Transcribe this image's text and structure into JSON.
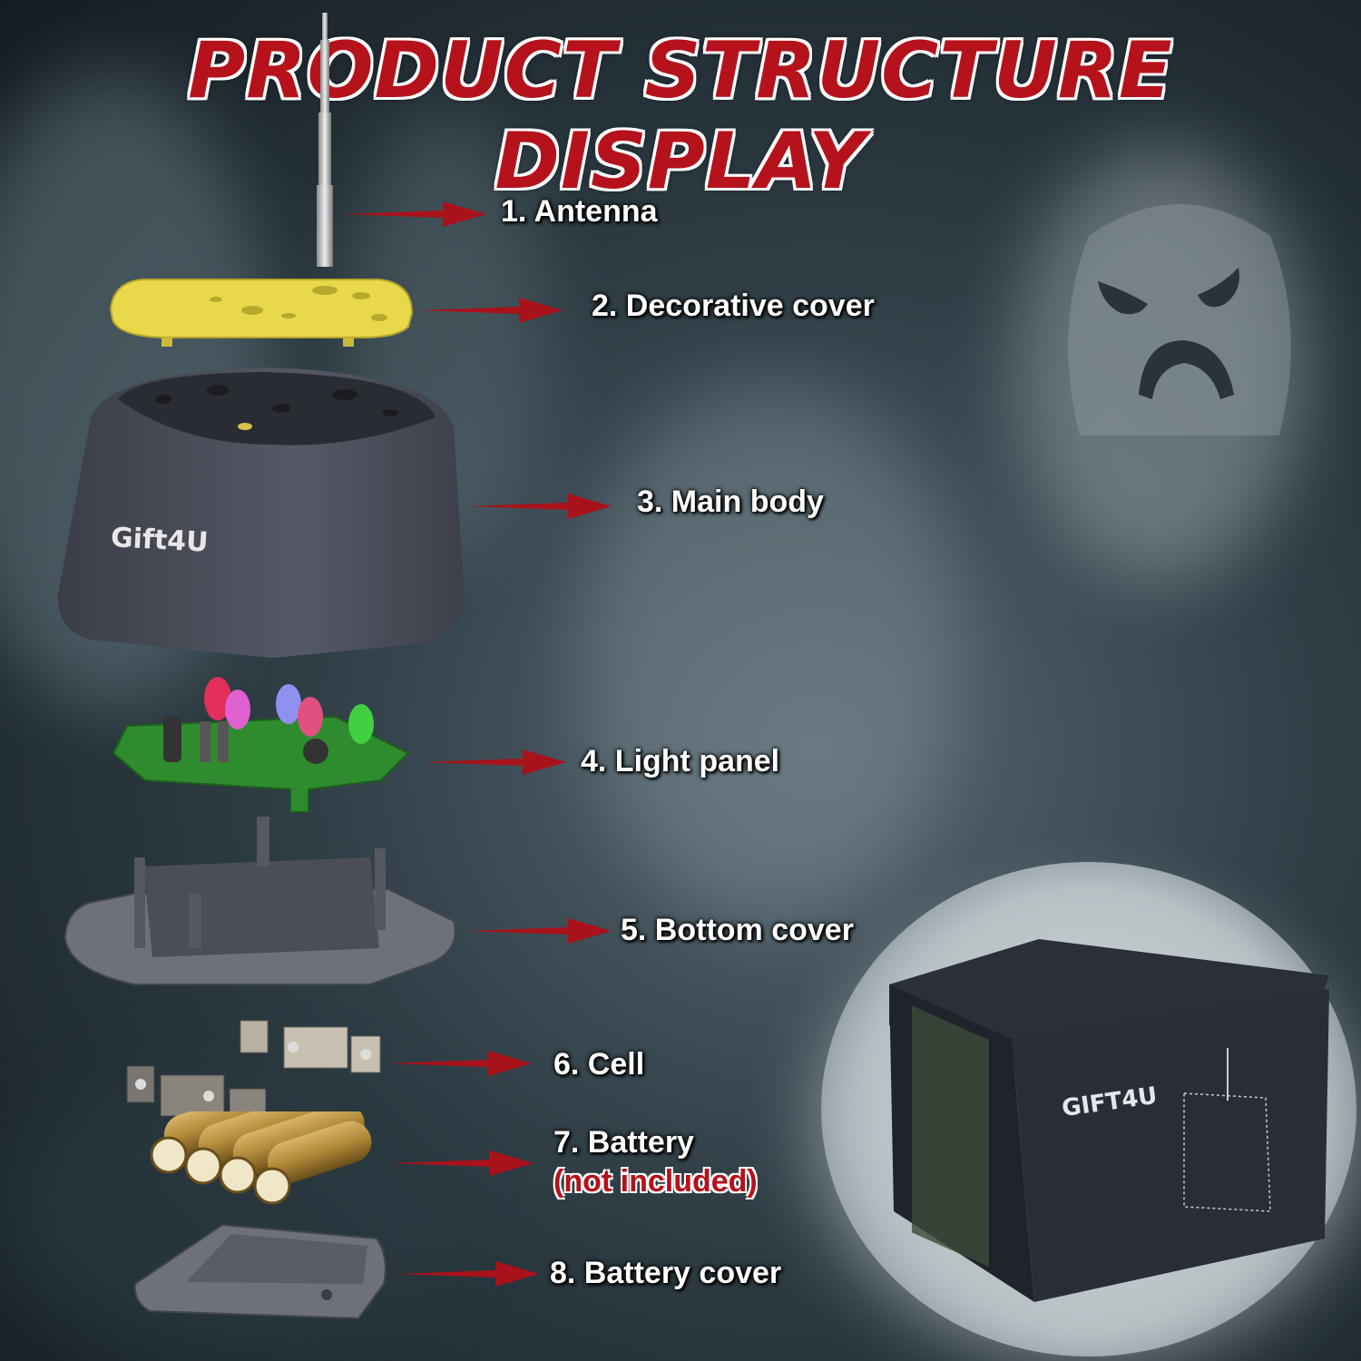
{
  "title": "PRODUCT STRUCTURE DISPLAY",
  "brand_logo": "Gift4U",
  "box_logo": "GIFT4U",
  "colors": {
    "title_red": "#b5121b",
    "arrow_red": "#a8121a",
    "label_white": "#ffffff",
    "body_gray": "#4a4d57",
    "cover_yellow": "#e8d84a",
    "pcb_green": "#2e8b2e"
  },
  "parts": [
    {
      "number": "1.",
      "name": "Antenna",
      "label": "1. Antenna"
    },
    {
      "number": "2.",
      "name": "Decorative cover",
      "label": "2. Decorative cover"
    },
    {
      "number": "3.",
      "name": "Main body",
      "label": "3. Main body"
    },
    {
      "number": "4.",
      "name": "Light panel",
      "label": "4. Light panel"
    },
    {
      "number": "5.",
      "name": "Bottom cover",
      "label": "5. Bottom cover"
    },
    {
      "number": "6.",
      "name": "Cell",
      "label": "6. Cell"
    },
    {
      "number": "7.",
      "name": "Battery",
      "label": "7. Battery",
      "note": "(not included)"
    },
    {
      "number": "8.",
      "name": "Battery cover",
      "label": "8. Battery cover"
    }
  ]
}
